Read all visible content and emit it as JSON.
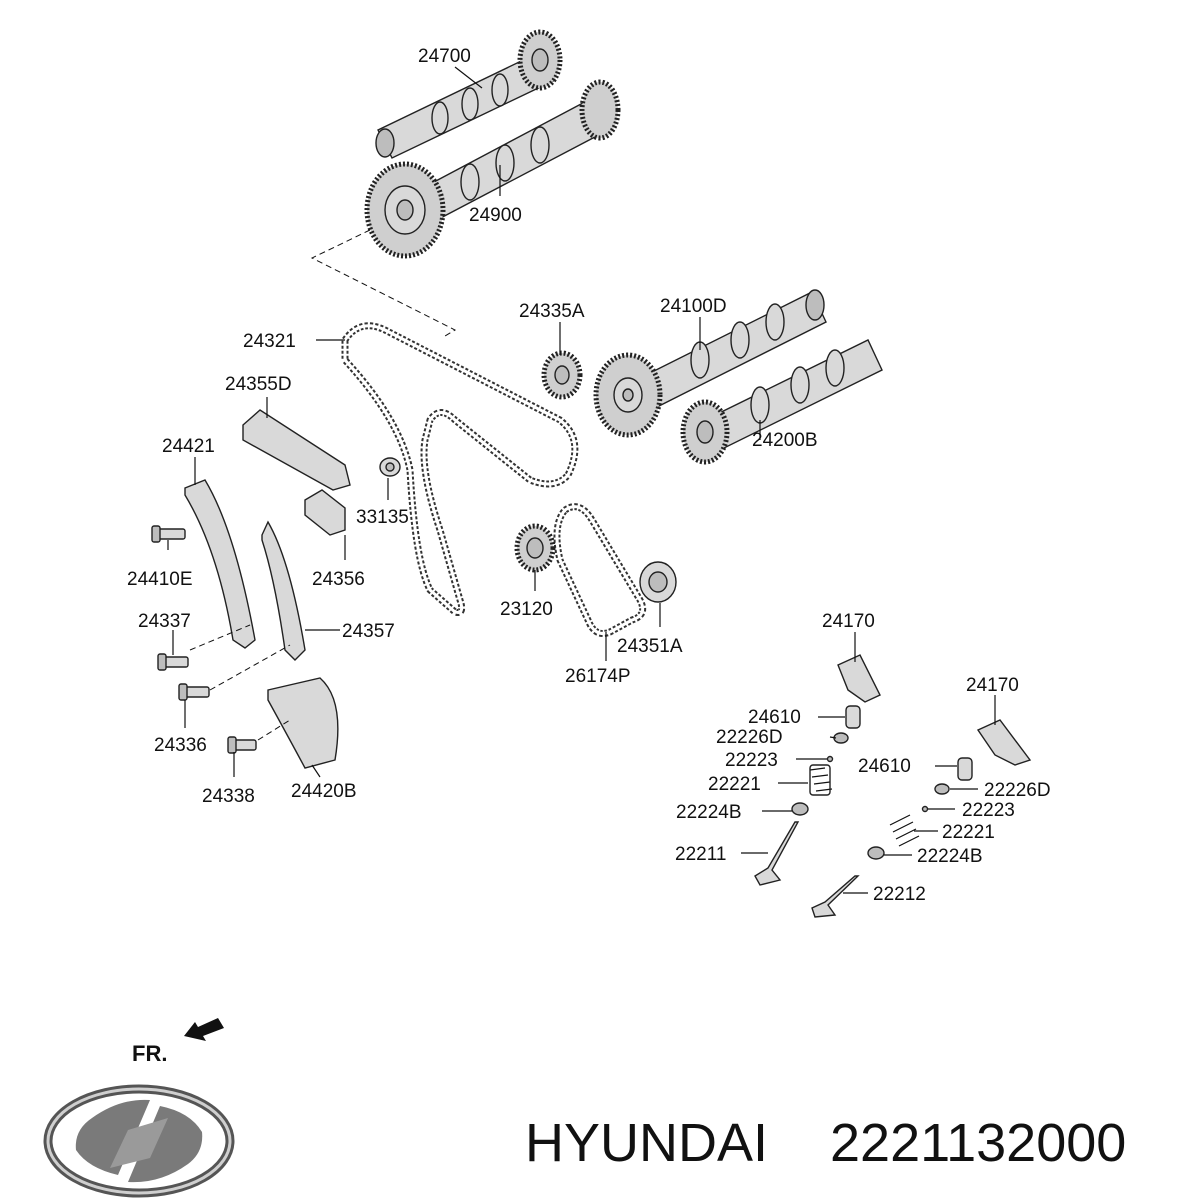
{
  "parts": {
    "p24700": "24700",
    "p24900": "24900",
    "p24321": "24321",
    "p24335A": "24335A",
    "p24100D": "24100D",
    "p24355D": "24355D",
    "p24200B": "24200B",
    "p24421": "24421",
    "p33135": "33135",
    "p24410E": "24410E",
    "p24356": "24356",
    "p23120": "23120",
    "p24337": "24337",
    "p24357": "24357",
    "p24351A": "24351A",
    "p26174P": "26174P",
    "p24170a": "24170",
    "p24170b": "24170",
    "p24336": "24336",
    "p24610a": "24610",
    "p22226Da": "22226D",
    "p22223a": "22223",
    "p24610b": "24610",
    "p22221a": "22221",
    "p22226Db": "22226D",
    "p22224Ba": "22224B",
    "p22223b": "22223",
    "p22221b": "22221",
    "p24338": "24338",
    "p24420B": "24420B",
    "p22211": "22211",
    "p22224Bb": "22224B",
    "p22212": "22212"
  },
  "front_marker": "FR.",
  "brand": {
    "name": "HYUNDAI",
    "part_number": "2221132000",
    "logo_icon": "hyundai-logo-icon"
  },
  "colors": {
    "ink": "#111111",
    "part_fill": "#d9d9d9",
    "background": "#ffffff"
  }
}
